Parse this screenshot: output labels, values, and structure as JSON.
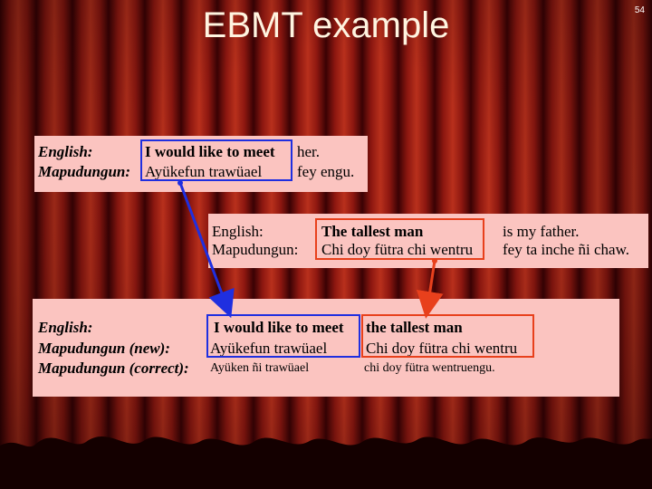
{
  "slide": {
    "title": "EBMT example",
    "page_number": "54"
  },
  "example1": {
    "english_label": "English:",
    "mapudungun_label": "Mapudungun:",
    "english_segment": "I would like to meet",
    "english_rest": "her.",
    "mapudungun_segment": "Ayükefun trawüael",
    "mapudungun_rest": "fey engu."
  },
  "example2": {
    "english_label": "English:",
    "mapudungun_label": "Mapudungun:",
    "english_segment": "The tallest man",
    "english_rest": "is my father.",
    "mapudungun_segment": "Chi doy fütra chi wentru",
    "mapudungun_rest": "fey ta inche ñi chaw."
  },
  "result": {
    "english_label": "English:",
    "mapudungun_new_label": "Mapudungun (new):",
    "mapudungun_correct_label": "Mapudungun (correct):",
    "english_part1": "I would like to meet",
    "english_part2": "the tallest man",
    "new_part1": "Ayükefun trawüael",
    "new_part2": "Chi doy fütra chi wentru",
    "correct_part1": "Ayüken ñi trawüael",
    "correct_part2": "chi doy fütra wentruengu."
  },
  "colors": {
    "box_fill": "#fbc4c0",
    "blue": "#1f2fe0",
    "red": "#e8401c"
  }
}
